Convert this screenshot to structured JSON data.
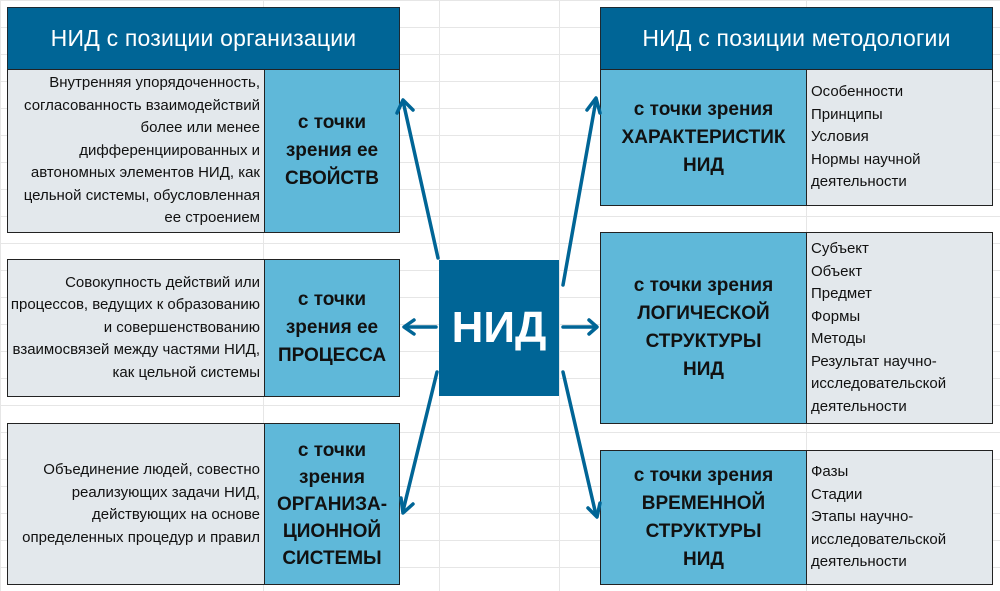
{
  "center": {
    "label": "НИД"
  },
  "colors": {
    "header_bg": "#006596",
    "view_bg": "#5fb8d9",
    "desc_bg": "#e3e8ec",
    "arrow": "#006596"
  },
  "left_panel": {
    "title": "НИД с позиции организации",
    "rows": [
      {
        "description": "Внутренняя упорядоченность, согласованность взаимодействий более или менее дифференциированных и автономных элементов НИД, как цельной системы, обусловленная ее строением",
        "view_lines": [
          "с точки",
          "зрения ее",
          "СВОЙСТВ"
        ]
      },
      {
        "description": "Совокупность действий или процессов, ведущих к образованию и совершенствованию взаимосвязей между частями НИД, как цельной системы",
        "view_lines": [
          "с точки",
          "зрения ее",
          "ПРОЦЕССА"
        ]
      },
      {
        "description": "Объединение людей, совестно реализующих задачи НИД, действующих на основе определенных процедур и правил",
        "view_lines": [
          "с точки",
          "зрения",
          "ОРГАНИЗА-",
          "ЦИОННОЙ",
          "СИСТЕМЫ"
        ]
      }
    ]
  },
  "right_panel": {
    "title": "НИД с позиции методологии",
    "rows": [
      {
        "view_lines": [
          "с точки зрения",
          "ХАРАКТЕРИСТИК",
          "НИД"
        ],
        "items": [
          "Особенности",
          "Принципы",
          "Условия",
          "Нормы научной",
          "деятельности"
        ]
      },
      {
        "view_lines": [
          "с точки зрения",
          "ЛОГИЧЕСКОЙ",
          "СТРУКТУРЫ",
          "НИД"
        ],
        "items": [
          "Субъект",
          "Объект",
          "Предмет",
          "Формы",
          "Методы",
          "Результат научно-",
          "исследовательской",
          "деятельности"
        ]
      },
      {
        "view_lines": [
          "с точки зрения",
          "ВРЕМЕННОЙ",
          "СТРУКТУРЫ",
          "НИД"
        ],
        "items": [
          "Фазы",
          "Стадии",
          "Этапы научно-",
          "исследовательской",
          "деятельности"
        ]
      }
    ]
  }
}
